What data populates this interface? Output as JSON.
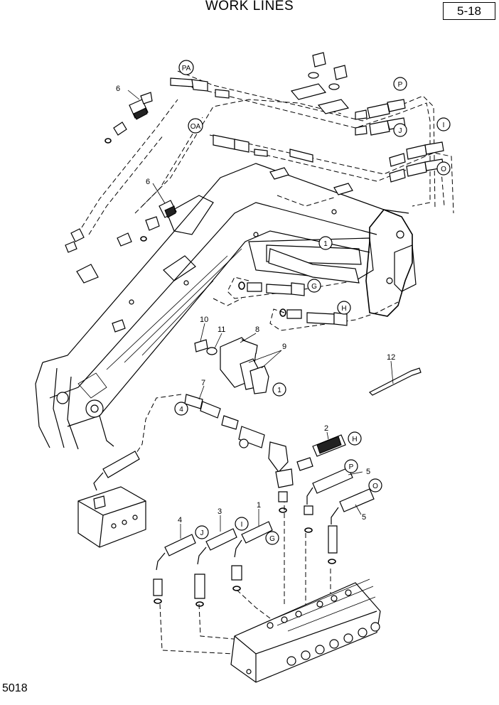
{
  "header": {
    "title": "WORK LINES",
    "page_ref": "5-18"
  },
  "footer": {
    "doc_code": "5018"
  },
  "callouts": {
    "pa": "PA",
    "oa": "OA",
    "p1": "P",
    "j1": "J",
    "i1": "I",
    "o1": "O",
    "g1": "G",
    "h1": "H",
    "one_a": "1",
    "one_b": "1",
    "four": "4",
    "h2": "H",
    "p2": "P",
    "o2": "O",
    "j2": "J",
    "i2": "I",
    "g2": "G"
  },
  "part_numbers": {
    "n6a": "6",
    "n6b": "6",
    "n10": "10",
    "n11": "11",
    "n8": "8",
    "n9": "9",
    "n12": "12",
    "n7": "7",
    "n2": "2",
    "n5a": "5",
    "n5b": "5",
    "n4": "4",
    "n3": "3",
    "n1": "1"
  }
}
